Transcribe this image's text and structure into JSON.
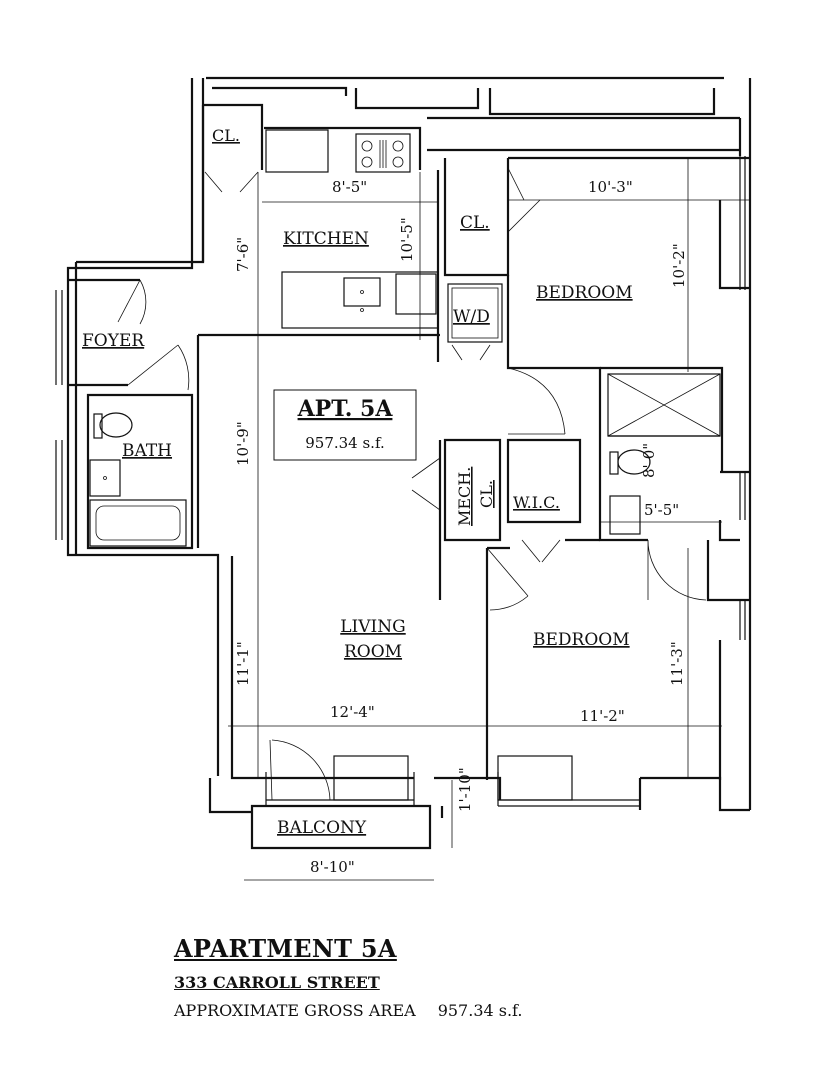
{
  "plan": {
    "apt_label": "APT. 5A",
    "apt_area": "957.34 s.f.",
    "rooms": {
      "closet_entry": "CL.",
      "kitchen": "KITCHEN",
      "foyer": "FOYER",
      "bath": "BATH",
      "closet_bed": "CL.",
      "bedroom_1": "BEDROOM",
      "washer_dryer": "W/D",
      "mech_closet_line1": "MECH.",
      "mech_closet_line2": "CL.",
      "wic": "W.I.C.",
      "living_line1": "LIVING",
      "living_line2": "ROOM",
      "bedroom_2": "BEDROOM",
      "balcony": "BALCONY"
    },
    "dimensions": {
      "kitchen_width": "8'-5\"",
      "kitchen_depth": "10'-5\"",
      "kitchen_side": "7'-6\"",
      "bedroom1_width": "10'-3\"",
      "bedroom1_depth": "10'-2\"",
      "living_upper": "10'-9\"",
      "living_lower": "11'-1\"",
      "living_width": "12'-4\"",
      "bath2_depth": "8'-0\"",
      "bath2_width": "5'-5\"",
      "bedroom2_width": "11'-2\"",
      "bedroom2_depth": "11'-3\"",
      "balcony_depth": "1'-10\"",
      "balcony_width": "8'-10\""
    }
  },
  "footer": {
    "title": "APARTMENT 5A",
    "address": "333 CARROLL STREET",
    "area_label": "APPROXIMATE GROSS AREA",
    "area_value": "957.34 s.f."
  }
}
